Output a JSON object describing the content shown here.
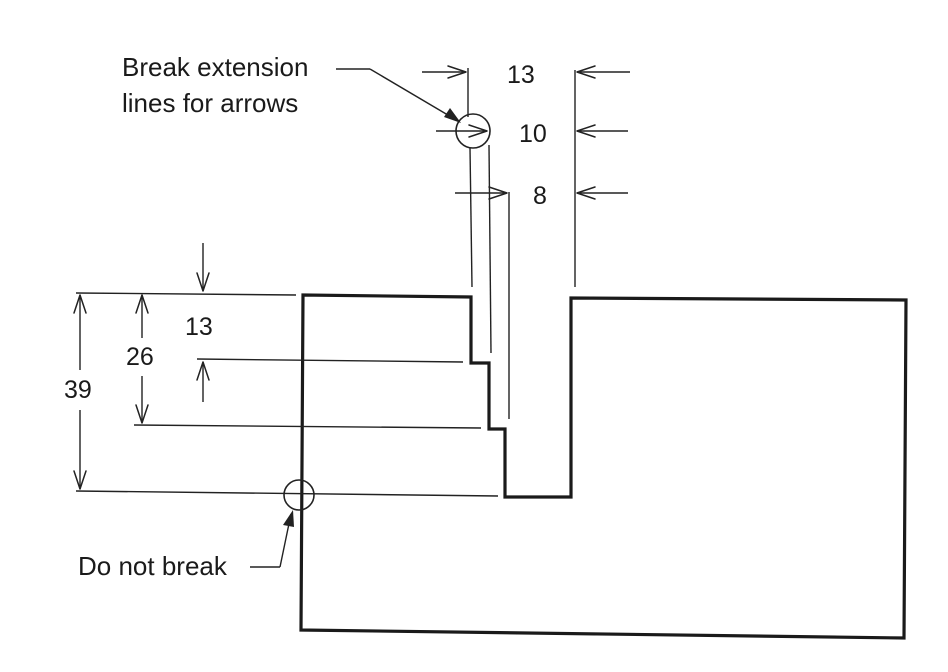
{
  "notes": {
    "break_line1": "Break extension",
    "break_line2": "lines for arrows",
    "do_not_break": "Do not break"
  },
  "dimensions": {
    "top_13": "13",
    "top_10": "10",
    "top_8": "8",
    "left_13": "13",
    "left_26": "26",
    "left_39": "39"
  }
}
